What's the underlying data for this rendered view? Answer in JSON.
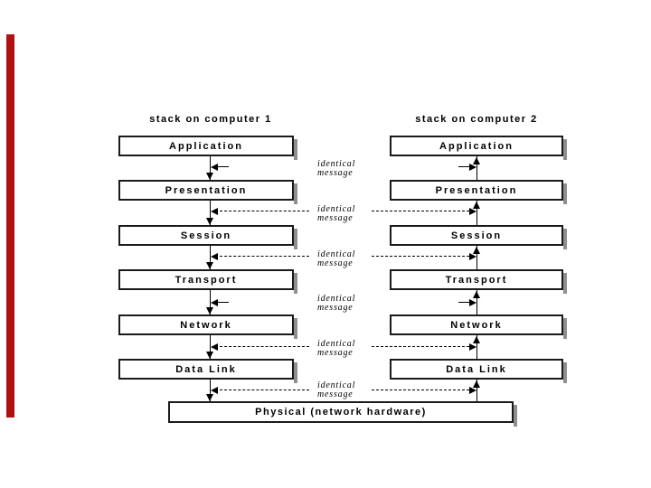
{
  "diagram": {
    "title_left": "stack on computer 1",
    "title_right": "stack on computer 2",
    "layers": [
      "Application",
      "Presentation",
      "Session",
      "Transport",
      "Network",
      "Data Link"
    ],
    "physical_label": "Physical (network hardware)",
    "gap_label": {
      "line1": "identical",
      "line2": "message"
    },
    "colors": {
      "accent_bar": "#b01111",
      "line": "#000000",
      "box_border": "#1a1a1a",
      "box_shadow": "#8f8f8f",
      "background": "#ffffff"
    }
  }
}
